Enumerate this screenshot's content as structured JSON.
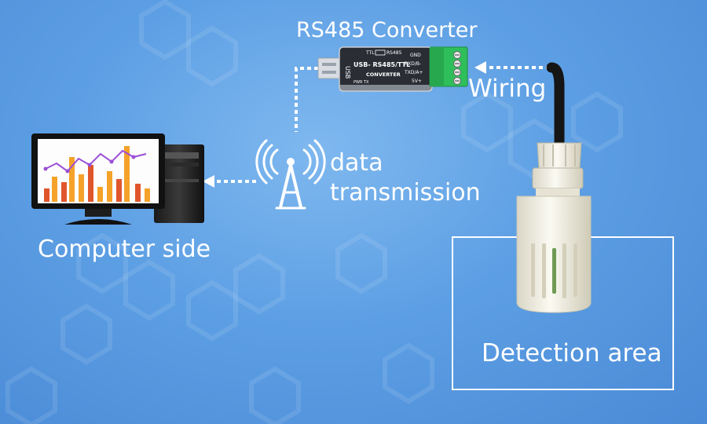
{
  "diagram": {
    "title": "RS485 Converter",
    "wiring_label": "Wiring",
    "transmission_label_line1": "data",
    "transmission_label_line2": "transmission",
    "computer_label": "Computer side",
    "detection_label": "Detection area"
  },
  "converter": {
    "model": "USB- RS485/TTL",
    "name": "CONVERTER",
    "usb_tag": "USB",
    "ttl_tag": "TTL",
    "rs485_tag": "RS485",
    "led_pwr": "PWR",
    "led_tx": "TX",
    "pins": [
      "GND",
      "RXD/B-",
      "TXD/A+",
      "5V+"
    ]
  },
  "colors": {
    "background": "#5d9fe4",
    "text": "#ffffff",
    "converter_body": "#2a2d34",
    "terminal_block": "#2fbf5a",
    "chart_bar_orange": "#f5a22a",
    "chart_bar_red": "#e0562c",
    "chart_line": "#9a4fd6",
    "probe_body": "#f2f0e4"
  }
}
